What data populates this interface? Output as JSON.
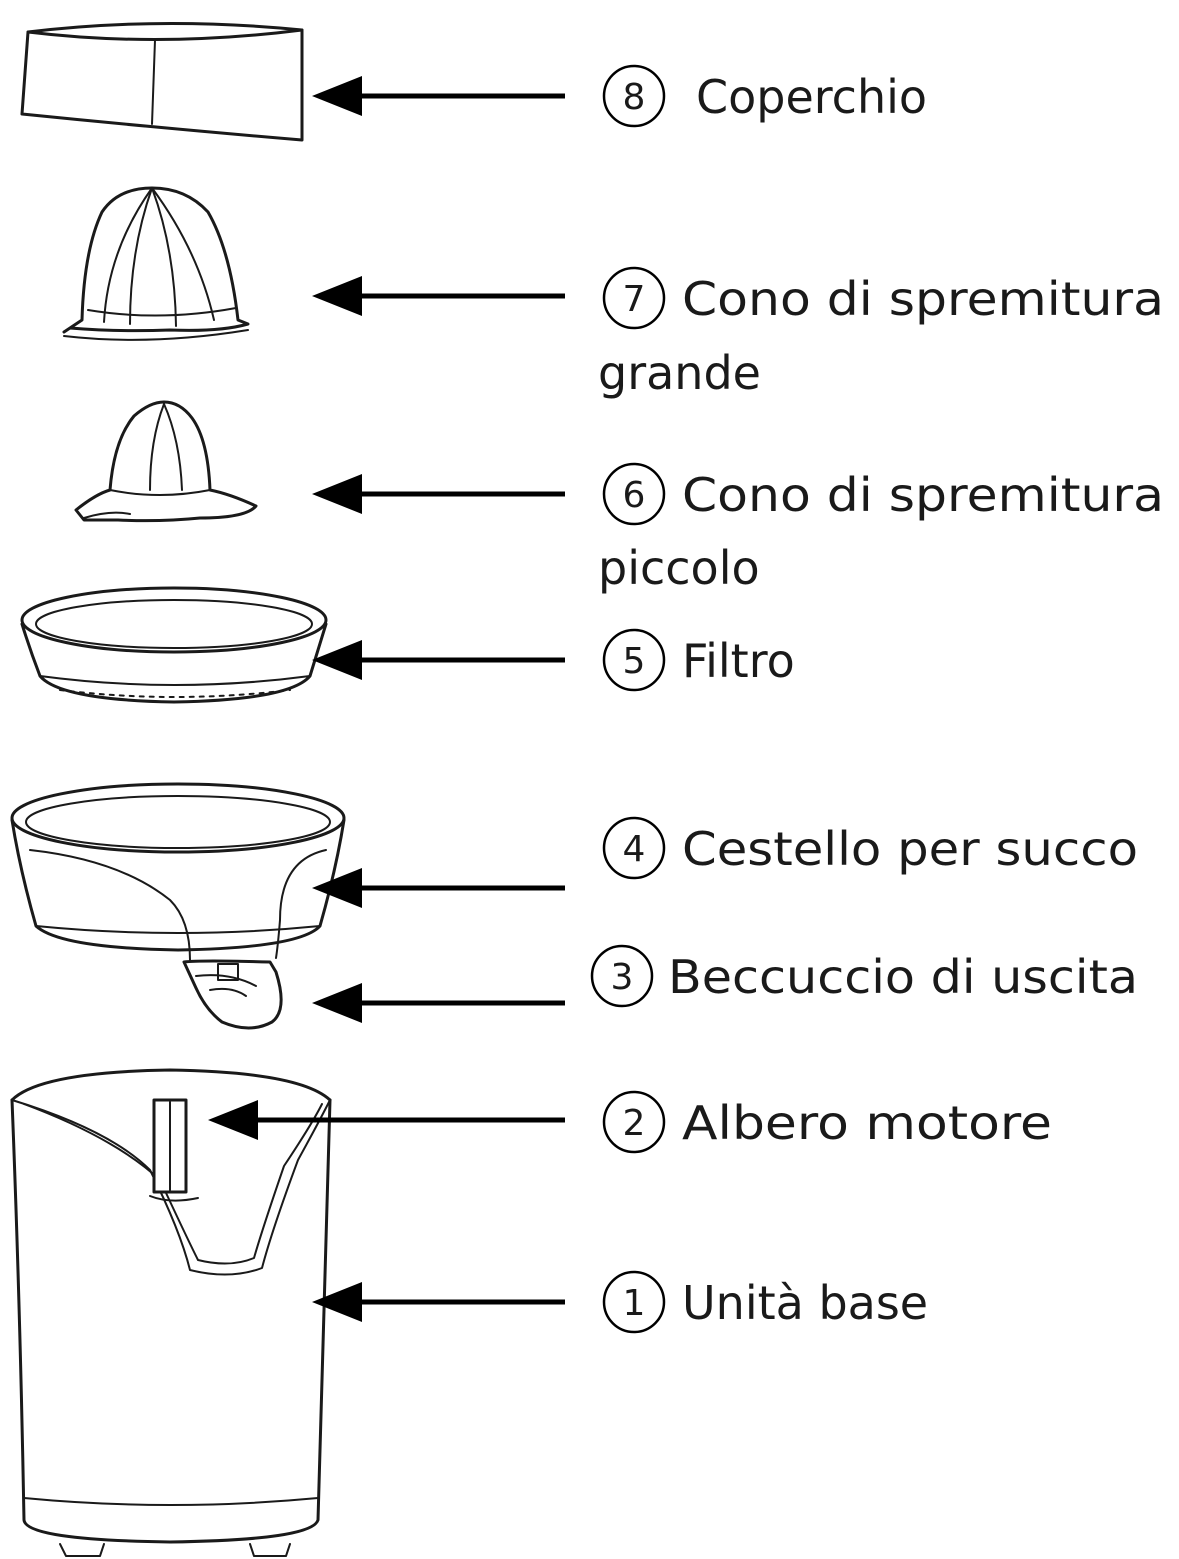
{
  "parts": [
    {
      "number": "8",
      "label_lines": [
        "Coperchio"
      ]
    },
    {
      "number": "7",
      "label_lines": [
        "Cono di spremitura",
        "grande"
      ]
    },
    {
      "number": "6",
      "label_lines": [
        "Cono di spremitura",
        "piccolo"
      ]
    },
    {
      "number": "5",
      "label_lines": [
        "Filtro"
      ]
    },
    {
      "number": "4",
      "label_lines": [
        "Cestello per succo"
      ]
    },
    {
      "number": "3",
      "label_lines": [
        "Beccuccio di uscita"
      ]
    },
    {
      "number": "2",
      "label_lines": [
        "Albero motore"
      ]
    },
    {
      "number": "1",
      "label_lines": [
        "Unità base"
      ]
    }
  ]
}
